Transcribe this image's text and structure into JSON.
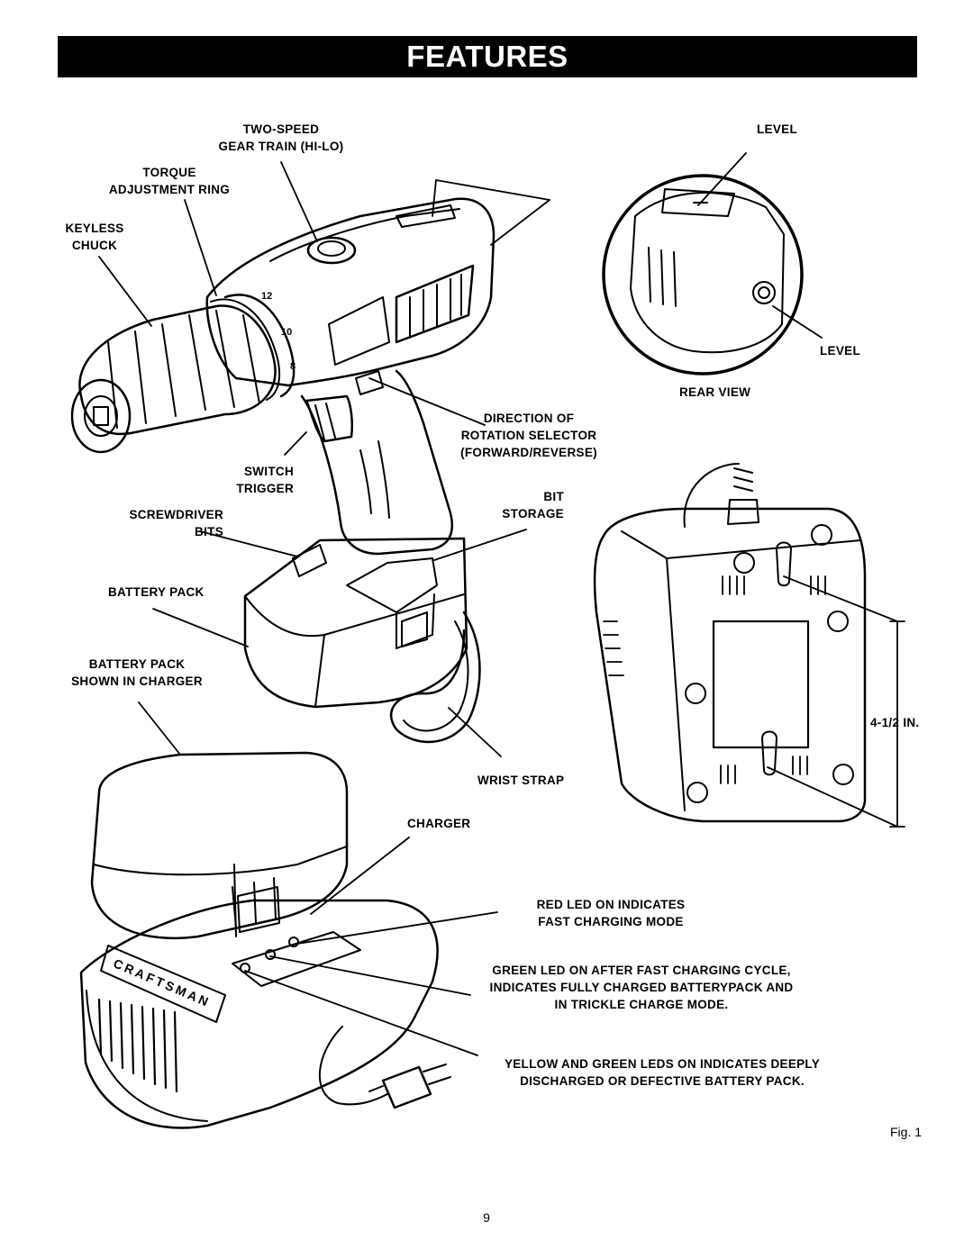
{
  "header": {
    "title": "FEATURES"
  },
  "labels": {
    "two_speed_1": "TWO-SPEED",
    "two_speed_2": "GEAR TRAIN (HI-LO)",
    "torque_1": "TORQUE",
    "torque_2": "ADJUSTMENT RING",
    "keyless_1": "KEYLESS",
    "keyless_2": "CHUCK",
    "switch_1": "SWITCH",
    "switch_2": "TRIGGER",
    "screwdriver_1": "SCREWDRIVER",
    "screwdriver_2": "BITS",
    "battery_pack": "BATTERY PACK",
    "battery_charger_1": "BATTERY PACK",
    "battery_charger_2": "SHOWN IN CHARGER",
    "level_top": "LEVEL",
    "level_bottom": "LEVEL",
    "rear_view": "REAR VIEW",
    "direction_1": "DIRECTION OF",
    "direction_2": "ROTATION SELECTOR",
    "direction_3": "(FORWARD/REVERSE)",
    "bit_storage_1": "BIT",
    "bit_storage_2": "STORAGE",
    "dimension": "4-1/2 IN.",
    "wrist_strap": "WRIST STRAP",
    "charger": "CHARGER",
    "red_led_1": "RED LED ON INDICATES",
    "red_led_2": "FAST CHARGING MODE",
    "green_led_1": "GREEN LED ON AFTER FAST CHARGING CYCLE,",
    "green_led_2": "INDICATES FULLY CHARGED BATTERYPACK AND",
    "green_led_3": "IN TRICKLE CHARGE MODE.",
    "yellow_led_1": "YELLOW AND GREEN LEDS ON INDICATES DEEPLY",
    "yellow_led_2": "DISCHARGED OR DEFECTIVE BATTERY PACK."
  },
  "illustration": {
    "charger_brand": "CRAFTSMAN",
    "torque_marks": [
      "8",
      "10",
      "12"
    ]
  },
  "footer": {
    "figure": "Fig. 1",
    "page_number": "9"
  }
}
